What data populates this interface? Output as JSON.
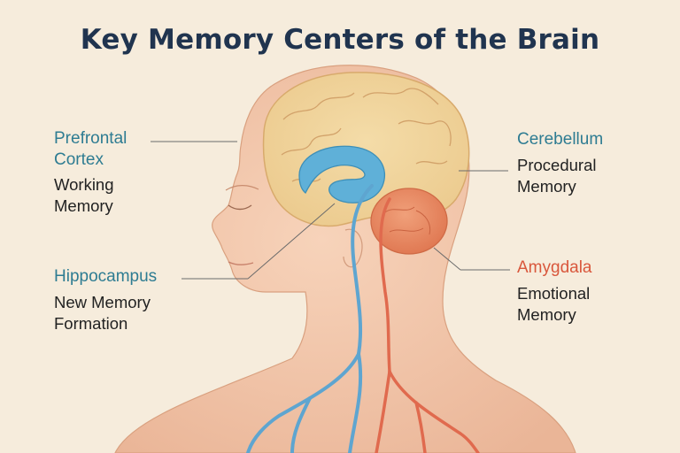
{
  "title": "Key Memory Centers of the Brain",
  "labels": {
    "prefrontal": {
      "region": "Prefrontal Cortex",
      "function": "Working Memory"
    },
    "hippocampus": {
      "region": "Hippocampus",
      "function": "New Memory Formation"
    },
    "cerebellum": {
      "region": "Cerebellum",
      "function": "Procedural Memory"
    },
    "amygdala": {
      "region": "Amygdala",
      "function": "Emotional Memory"
    }
  },
  "colors": {
    "background": "#f6ecdc",
    "title": "#20344f",
    "brain": "#f0d7a0",
    "hippocampus": "#5fb0d8",
    "amygdala": "#e88a5e",
    "skin": "#f2c8ad",
    "label_blue": "#2e7c92",
    "label_red": "#d9573c"
  }
}
